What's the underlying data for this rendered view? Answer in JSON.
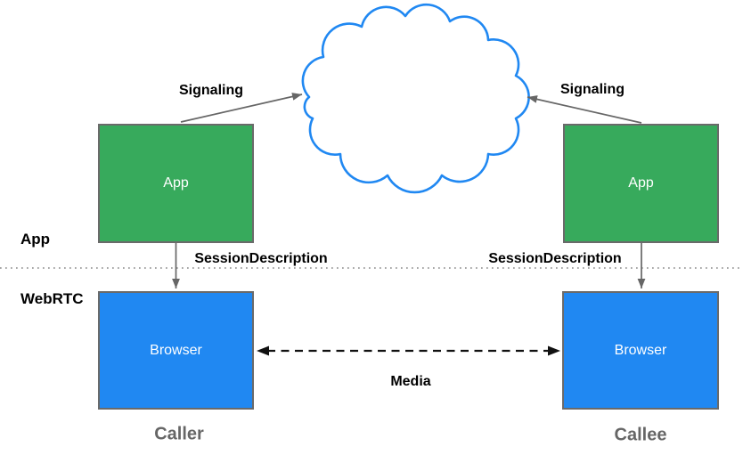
{
  "layers": {
    "app": "App",
    "webrtc": "WebRTC"
  },
  "nodes": {
    "caller_app": "App",
    "callee_app": "App",
    "caller_browser": "Browser",
    "callee_browser": "Browser"
  },
  "edges": {
    "signaling_left": "Signaling",
    "signaling_right": "Signaling",
    "session_description_left": "SessionDescription",
    "session_description_right": "SessionDescription",
    "media": "Media"
  },
  "roles": {
    "caller": "Caller",
    "callee": "Callee"
  },
  "icons": {
    "cloud": "cloud-icon"
  },
  "colors": {
    "app_box": "#37aa5c",
    "browser_box": "#2088f2",
    "cloud_stroke": "#2088f2",
    "box_border": "#6a6a6a",
    "arrow_gray": "#666666",
    "media_arrow": "#111111",
    "divider": "#999999",
    "label_text": "#000000",
    "role_label": "#666666"
  }
}
